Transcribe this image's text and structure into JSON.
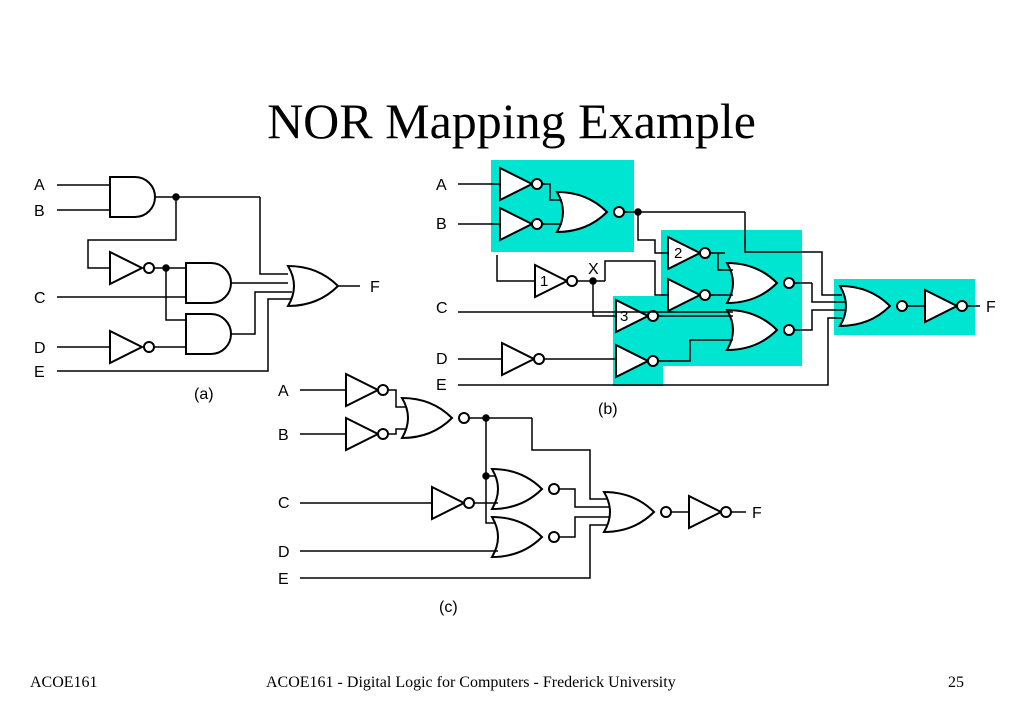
{
  "slide": {
    "title": "NOR Mapping Example",
    "footer_left": "ACOE161",
    "footer_center": "ACOE161 - Digital Logic for Computers - Frederick University",
    "page_number": "25"
  },
  "colors": {
    "highlight": "#00e5d1",
    "ink": "#000000"
  },
  "circuit_a": {
    "inputs": [
      "A",
      "B",
      "C",
      "D",
      "E"
    ],
    "output": "F",
    "caption": "(a)"
  },
  "circuit_b": {
    "inputs": [
      "A",
      "B",
      "C",
      "D",
      "E"
    ],
    "output": "F",
    "caption": "(b)",
    "node_label": "X",
    "inverter_labels": [
      "1",
      "2",
      "3"
    ]
  },
  "circuit_c": {
    "inputs": [
      "A",
      "B",
      "C",
      "D",
      "E"
    ],
    "output": "F",
    "caption": "(c)"
  }
}
